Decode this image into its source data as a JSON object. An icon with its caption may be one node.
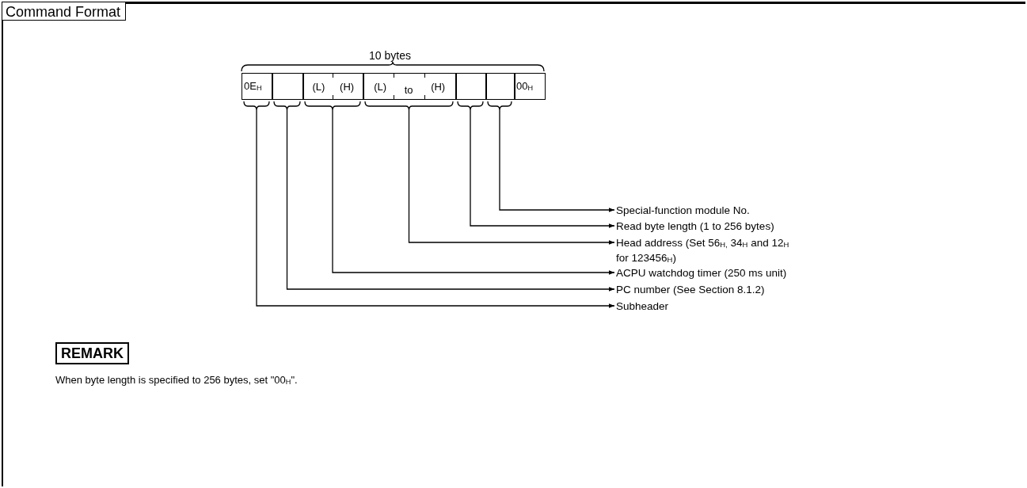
{
  "diagram": {
    "title": "Command Format",
    "nodes": [
      {
        "text": [
          "0E$_{H}$"
        ]
      },
      {
        "text": [],
        "shape": "box"
      },
      {
        "text": [
          "(L)",
          "(H)"
        ]
      },
      {
        "text": [
          "(L)",
          "to",
          "(H)"
        ]
      },
      {
        "text": [],
        "shape": "box"
      },
      {
        "text": [],
        "shape": "box"
      },
      {
        "text": [
          "00$_{H}$"
        ]
      },
      {
        "text": [
          "Special-function module No."
        ]
      },
      {
        "text": [
          "Read byte length (1 to 256 bytes)"
        ]
      },
      {
        "text": [
          "Head address (Set 56$_{H,}$ 34$_{H}$ and 12$_{H}$ for 123456$_{H}$)"
        ]
      },
      {
        "text": [
          "ACPU watchdog timer (250 ms unit)"
        ]
      },
      {
        "text": [
          "PC number (See Section 8.1.2)"
        ]
      },
      {
        "text": [
          "Subheader"
        ]
      }
    ],
    "edges": [
      {
        "from": 5,
        "to": 7,
        "arrow": "to"
      },
      {
        "from": 4,
        "to": 8,
        "arrow": "to"
      },
      {
        "from": 3,
        "to": 9,
        "arrow": "to"
      },
      {
        "from": 2,
        "to": 10,
        "arrow": "to"
      },
      {
        "from": 1,
        "to": 11,
        "arrow": "to"
      },
      {
        "from": 0,
        "to": 12,
        "arrow": "to"
      }
    ],
    "labels": [
      "10 bytes",
      "REMARK",
      "When byte length is specified to 256 bytes, set \"00$_{H}$\"."
    ]
  }
}
